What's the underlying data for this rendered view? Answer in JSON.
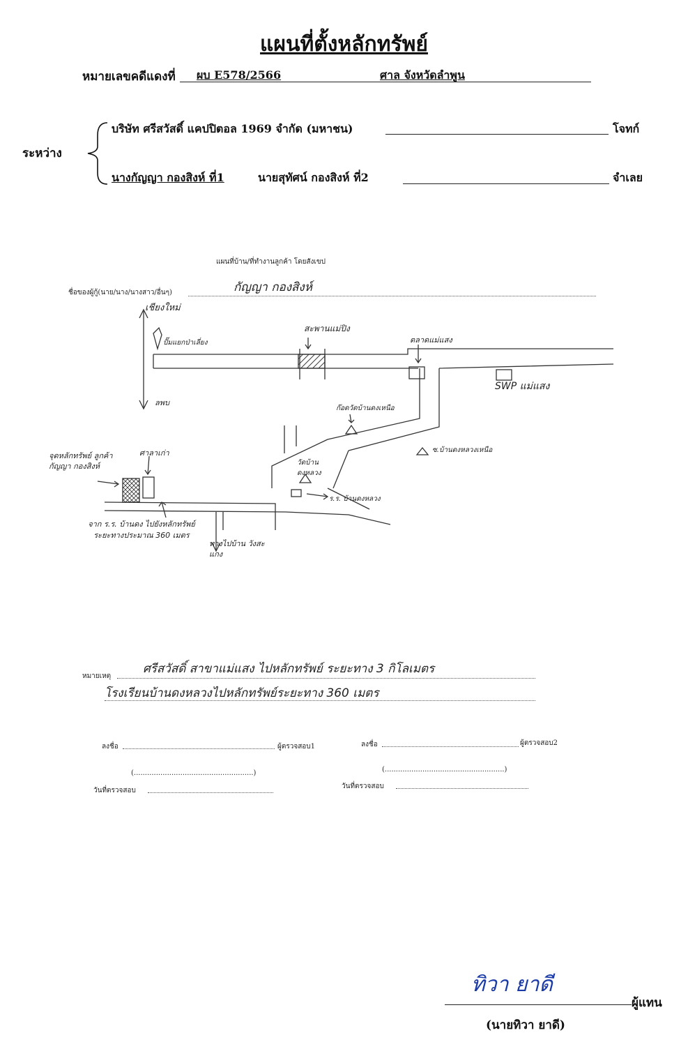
{
  "document": {
    "title": "แผนที่ตั้งหลักทรัพย์",
    "case_label": "หมายเลขคดีแดงที่",
    "case_number": "ผบ E578/2566",
    "court": "ศาล จังหวัดลำพูน",
    "between_label": "ระหว่าง",
    "plaintiff": "บริษัท ศรีสวัสดิ์ แคปปิตอล 1969 จำกัด (มหาชน)",
    "plaintiff_role": "โจทก์",
    "defendant_1": "นางกัญญา กองสิงห์ ที่1",
    "defendant_2": "นายสุทัศน์ กองสิงห์ ที่2",
    "defendant_role": "จำเลย"
  },
  "sketch": {
    "heading": "แผนที่บ้าน/ที่ทำงานลูกค้า โดยสังเขป",
    "name_label": "ชื่อของผู้กู้(นาย/นาง/นางสาว/อื่นๆ)",
    "name_value": "กัญญา  กองสิงห์",
    "labels": {
      "chiang_mai": "เชียงใหม่",
      "pump": "ปั๊มแยกป่าเลี่ยง",
      "bridge": "สะพานแม่ปิง",
      "market": "ตลาดแม่แสง",
      "swp": "SWP แม่แสง",
      "lpn": "ลพบ",
      "temple_nong": "ก๊อดวัดบ้านดงเหนือ",
      "school_lane": "ซ.บ้านดงหลวงเหนือ",
      "temple_dong": "วัดบ้านดงหลวง",
      "school": "ร.ร. บ้านดงหลวง",
      "collateral": "จุดหลักทรัพย์ ลูกค้า กัญญา กองสิงห์",
      "shop": "ศาลาเก่า",
      "from_school": "จาก ร.ร. บ้านดง ไปยังหลักทรัพย์ ระยะทางประมาณ 360 เมตร",
      "to_highway": "ทางไปบ้าน วังสะแกง"
    }
  },
  "notes": {
    "label": "หมายเหตุ",
    "line1": "ศรีสวัสดิ์ สาขาแม่แสง ไปหลักทรัพย์ ระยะทาง 3 กิโลเมตร",
    "line2": "โรงเรียนบ้านดงหลวงไปหลักทรัพย์ระยะทาง 360 เมตร"
  },
  "inspectors": {
    "sign_label": "ลงชื่อ",
    "inspector1": "ผู้ตรวจสอบ1",
    "inspector2": "ผู้ตรวจสอบ2",
    "paren": "(......................................................)",
    "date_label": "วันที่ตรวจสอบ"
  },
  "signature": {
    "script": "ทิวา ยาดี",
    "role": "ผู้แทน",
    "name": "(นายทิวา  ยาดี)"
  }
}
